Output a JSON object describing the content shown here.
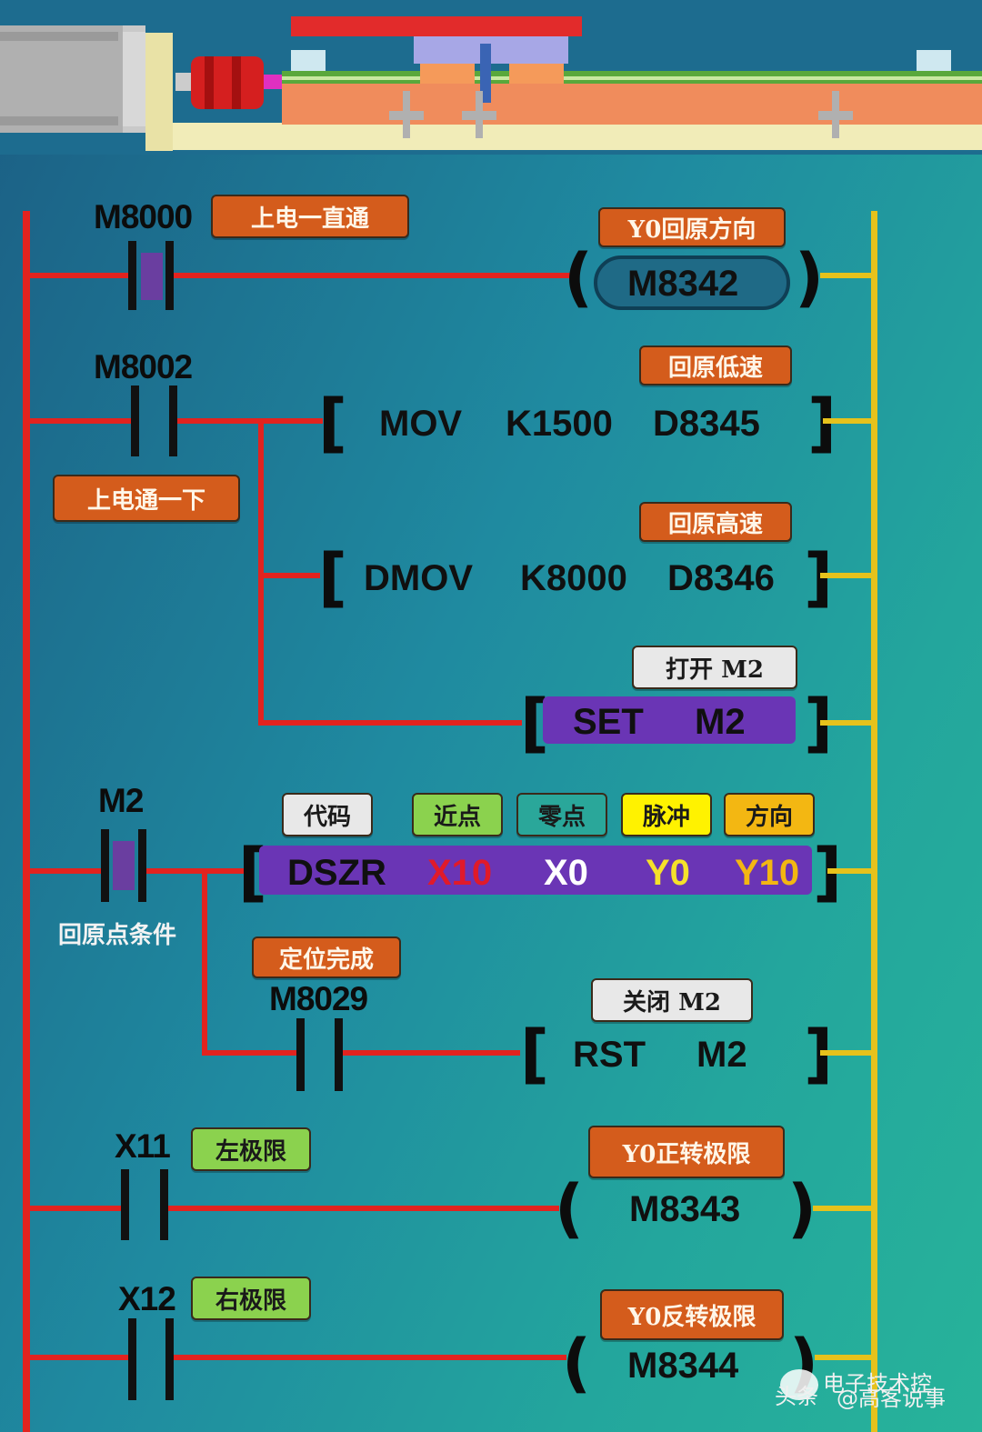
{
  "rungs": {
    "r1": {
      "contact": "M8000",
      "contact_note": "上电一直通",
      "coil_note": "Y0回原方向",
      "coil": "M8342"
    },
    "r2": {
      "contact": "M8002",
      "contact_note": "上电通一下",
      "i1_note": "回原低速",
      "i1_op": "MOV",
      "i1_a": "K1500",
      "i1_b": "D8345",
      "i2_note": "回原高速",
      "i2_op": "DMOV",
      "i2_a": "K8000",
      "i2_b": "D8346",
      "i3_note": "打开 M2",
      "i3_op": "SET",
      "i3_a": "M2"
    },
    "r3": {
      "contact": "M2",
      "contact_note": "回原点条件",
      "labels": [
        "代码",
        "近点",
        "零点",
        "脉冲",
        "方向"
      ],
      "op": "DSZR",
      "a": "X10",
      "b": "X0",
      "c": "Y0",
      "d": "Y10",
      "sub_contact_note": "定位完成",
      "sub_contact": "M8029",
      "sub_note": "关闭 M2",
      "sub_op": "RST",
      "sub_a": "M2"
    },
    "r4": {
      "contact": "X11",
      "contact_note": "左极限",
      "coil_note": "Y0正转极限",
      "coil": "M8343"
    },
    "r5": {
      "contact": "X12",
      "contact_note": "右极限",
      "coil_note": "Y0反转极限",
      "coil": "M8344"
    }
  },
  "watermark": {
    "left": "头条",
    "right": "@高客说事",
    "overlay": "电子技术控"
  },
  "colors": {
    "power_rail": "#e2231f",
    "neutral_rail": "#e6c21c",
    "tag": "#d45c1c"
  }
}
